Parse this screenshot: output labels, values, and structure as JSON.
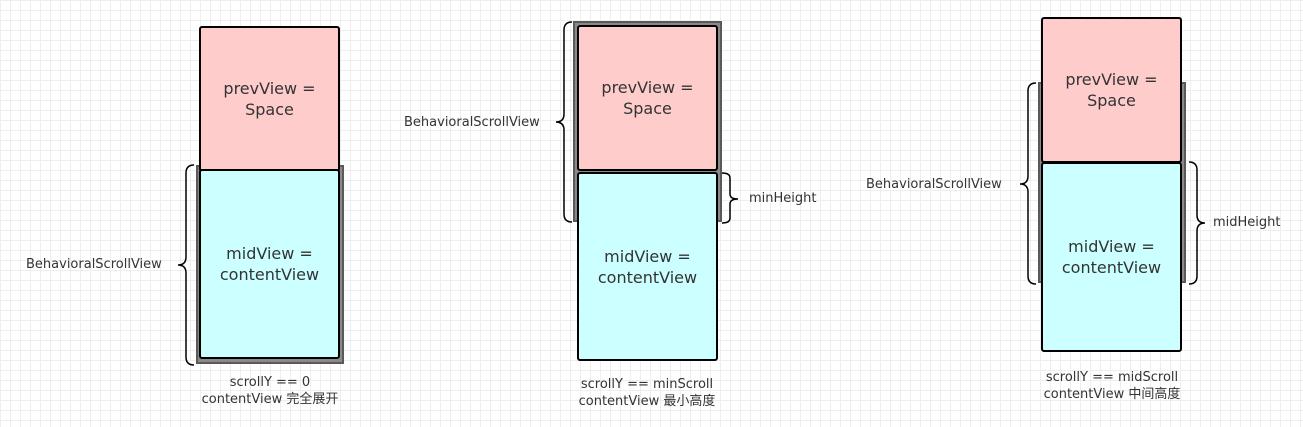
{
  "panels": [
    {
      "prev_view": {
        "line1": "prevView =",
        "line2": "Space"
      },
      "mid_view": {
        "line1": "midView =",
        "line2": "contentView"
      },
      "scroll_view_label": "BehavioralScrollView",
      "caption": {
        "line1": "scrollY == 0",
        "line2": "contentView 完全展开"
      }
    },
    {
      "prev_view": {
        "line1": "prevView =",
        "line2": "Space"
      },
      "mid_view": {
        "line1": "midView =",
        "line2": "contentView"
      },
      "scroll_view_label": "BehavioralScrollView",
      "height_label": "minHeight",
      "caption": {
        "line1": "scrollY == minScroll",
        "line2": "contentView 最小高度"
      }
    },
    {
      "prev_view": {
        "line1": "prevView =",
        "line2": "Space"
      },
      "mid_view": {
        "line1": "midView =",
        "line2": "contentView"
      },
      "scroll_view_label": "BehavioralScrollView",
      "height_label": "midHeight",
      "caption": {
        "line1": "scrollY == midScroll",
        "line2": "contentView 中间高度"
      }
    }
  ],
  "colors": {
    "prev_view_fill": "#ffcccc",
    "mid_view_fill": "#ccffff",
    "scroll_view_fill": "#8a8a8a",
    "outline": "#000000"
  }
}
